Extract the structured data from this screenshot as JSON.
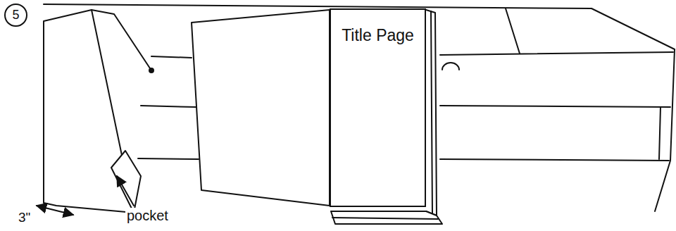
{
  "diagram": {
    "nodes": [
      {
        "text": [
          "5"
        ]
      },
      {
        "text": [
          "Title Page"
        ]
      }
    ],
    "labels": [
      "pocket",
      "3\""
    ]
  }
}
